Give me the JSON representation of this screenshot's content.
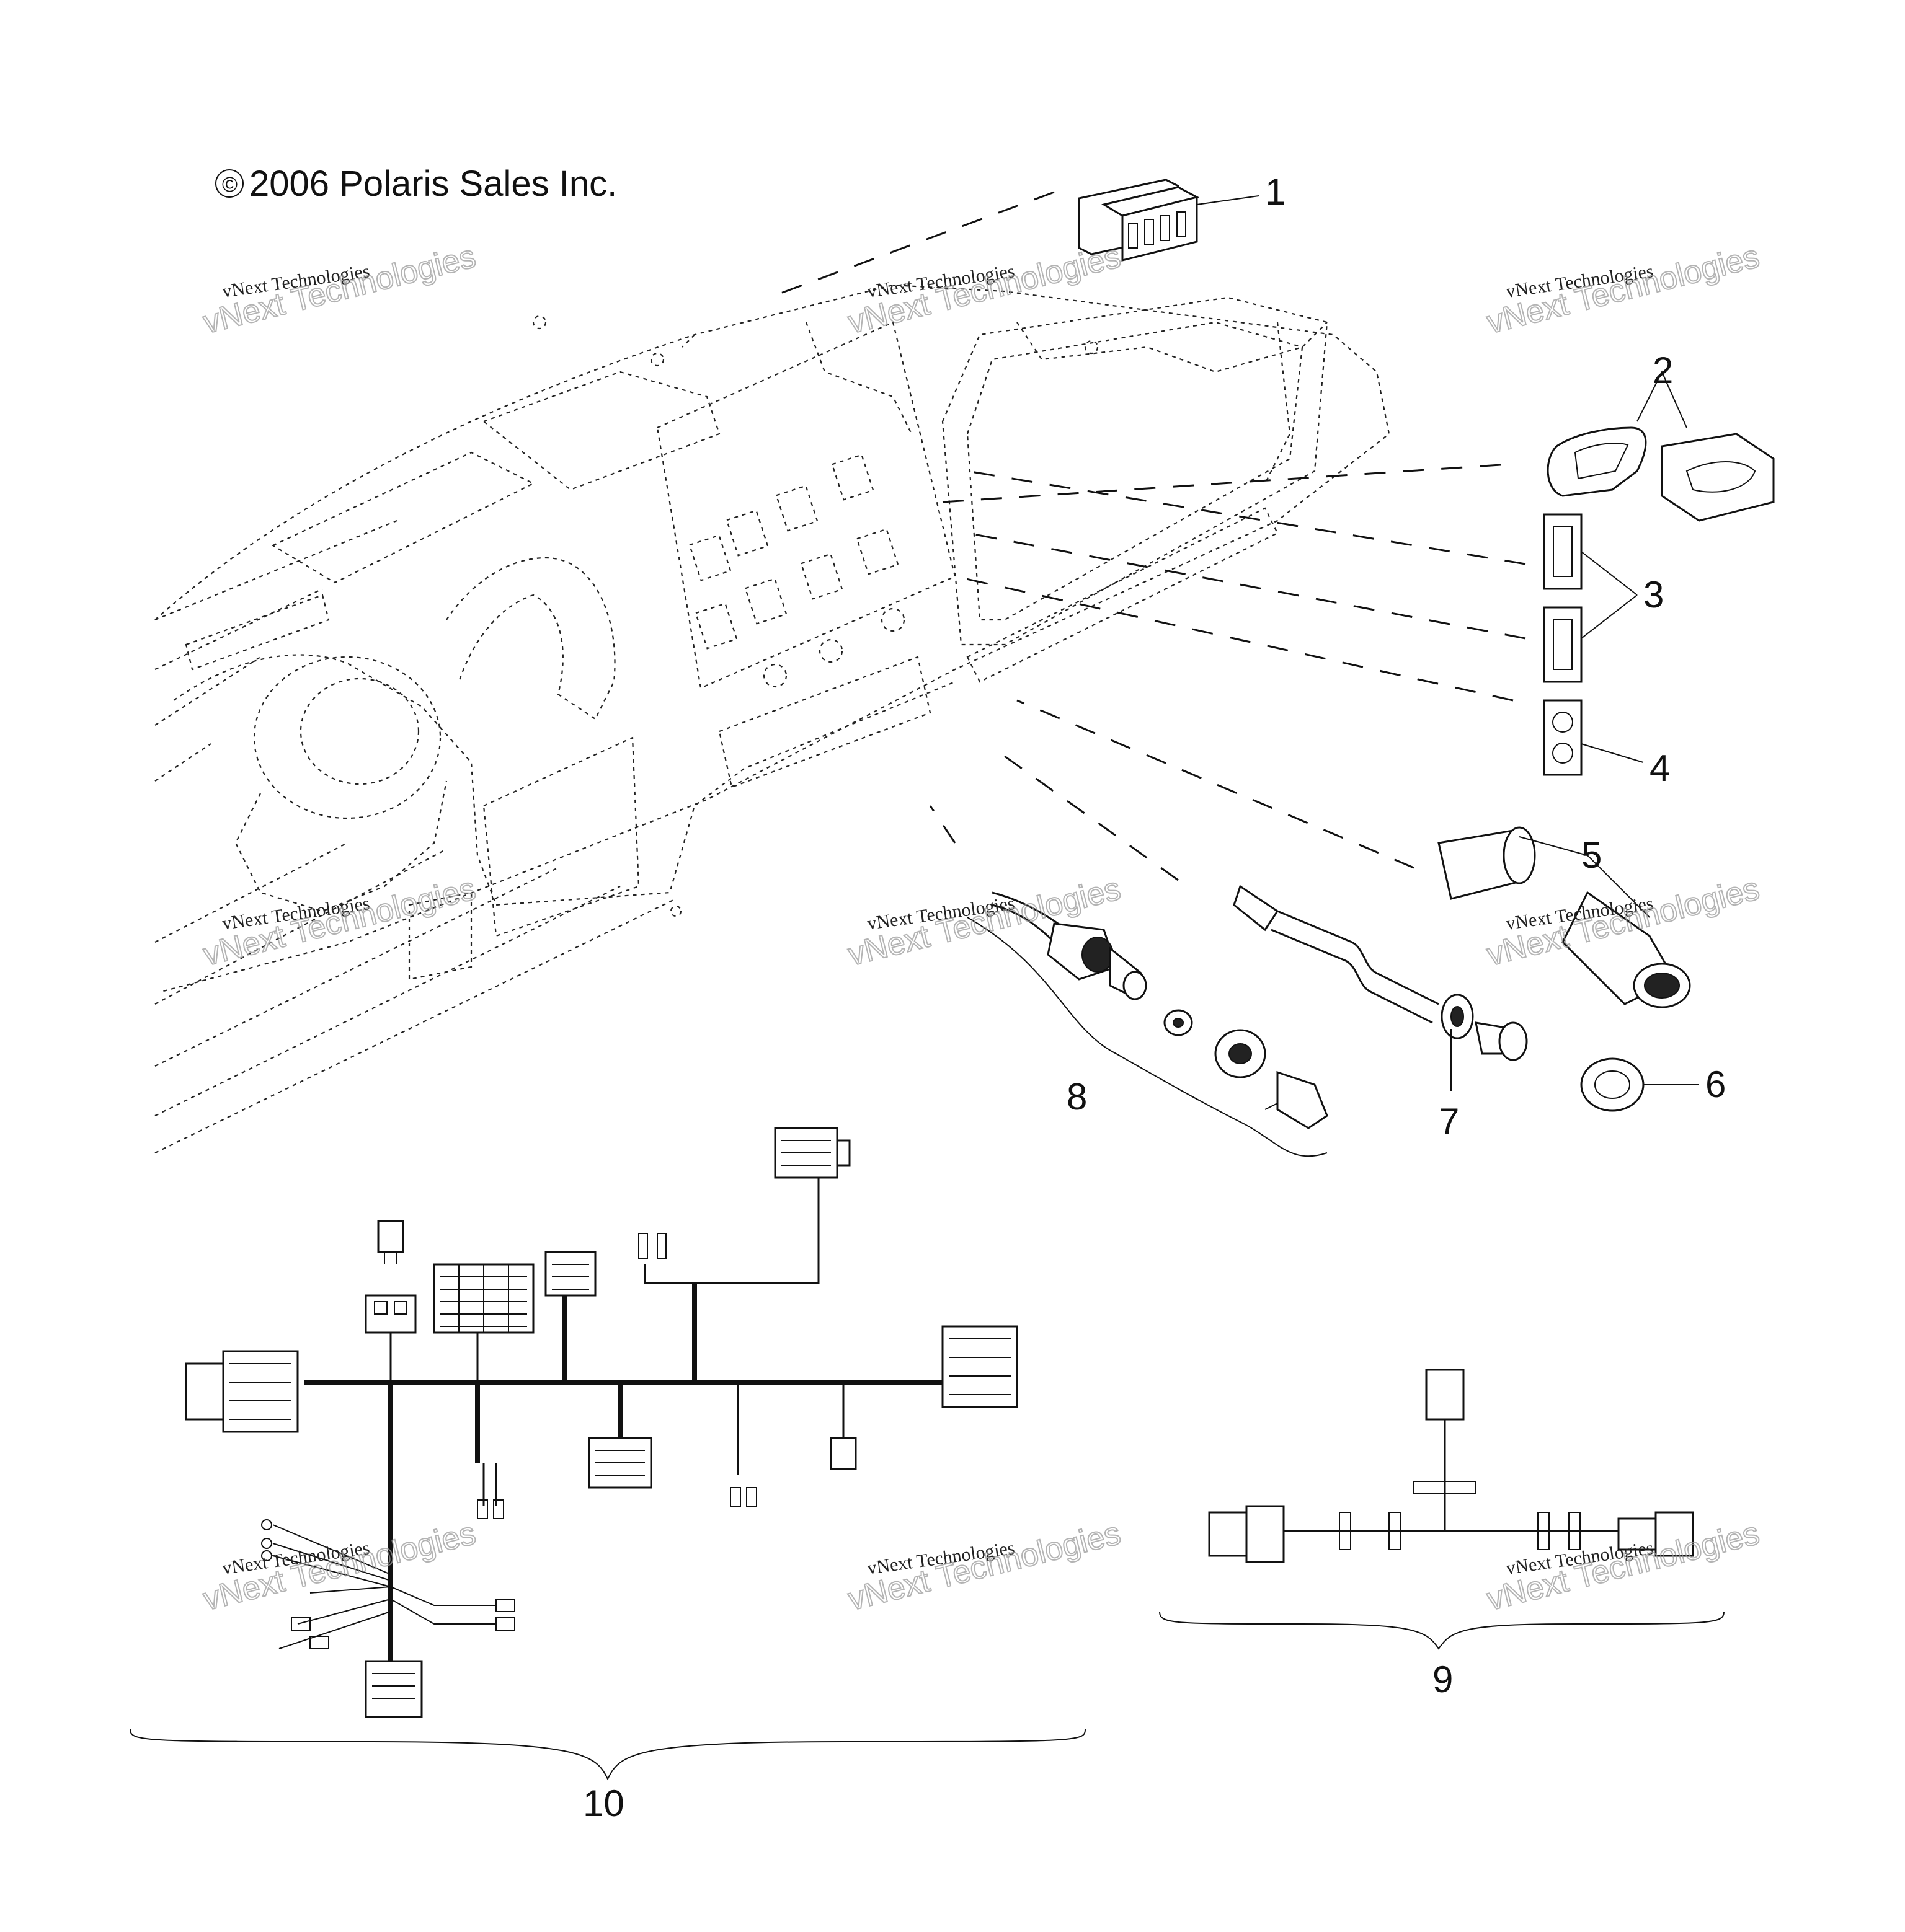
{
  "copyright": "2006 Polaris Sales Inc.",
  "copyright_symbol": "©",
  "watermark": {
    "line1": "vNext Technologies",
    "line2": "vNext Technologies"
  },
  "callouts": [
    "1",
    "2",
    "3",
    "4",
    "5",
    "6",
    "7",
    "8",
    "9",
    "10"
  ]
}
